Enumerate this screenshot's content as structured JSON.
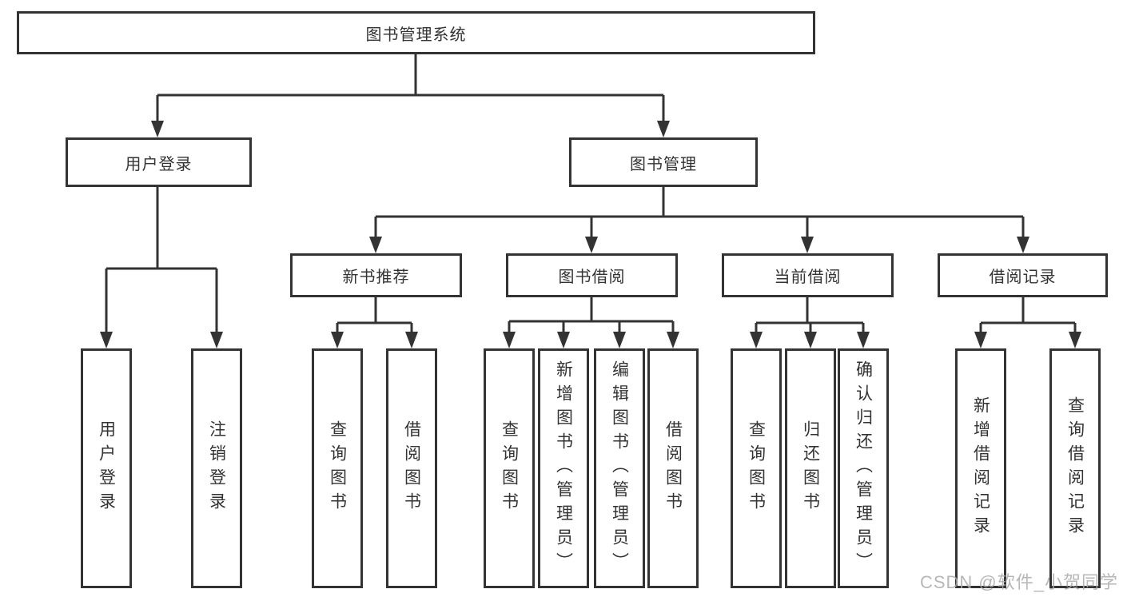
{
  "diagram": {
    "tree": {
      "label": "图书管理系统",
      "children": [
        {
          "label": "用户登录",
          "children": [
            {
              "label": "用户登录"
            },
            {
              "label": "注销登录"
            }
          ]
        },
        {
          "label": "图书管理",
          "children": [
            {
              "label": "新书推荐",
              "children": [
                {
                  "label": "查询图书"
                },
                {
                  "label": "借阅图书"
                }
              ]
            },
            {
              "label": "图书借阅",
              "children": [
                {
                  "label": "查询图书"
                },
                {
                  "label": "新增图书（管理员）"
                },
                {
                  "label": "编辑图书（管理员）"
                },
                {
                  "label": "借阅图书"
                }
              ]
            },
            {
              "label": "当前借阅",
              "children": [
                {
                  "label": "查询图书"
                },
                {
                  "label": "归还图书"
                },
                {
                  "label": "确认归还（管理员）"
                }
              ]
            },
            {
              "label": "借阅记录",
              "children": [
                {
                  "label": "新增借阅记录"
                },
                {
                  "label": "查询借阅记录"
                }
              ]
            }
          ]
        }
      ]
    }
  },
  "watermark": {
    "text": "CSDN @软件_小贺同学"
  },
  "colors": {
    "line": "#333333",
    "text": "#333333",
    "background": "#ffffff",
    "watermark": "#ababab"
  }
}
